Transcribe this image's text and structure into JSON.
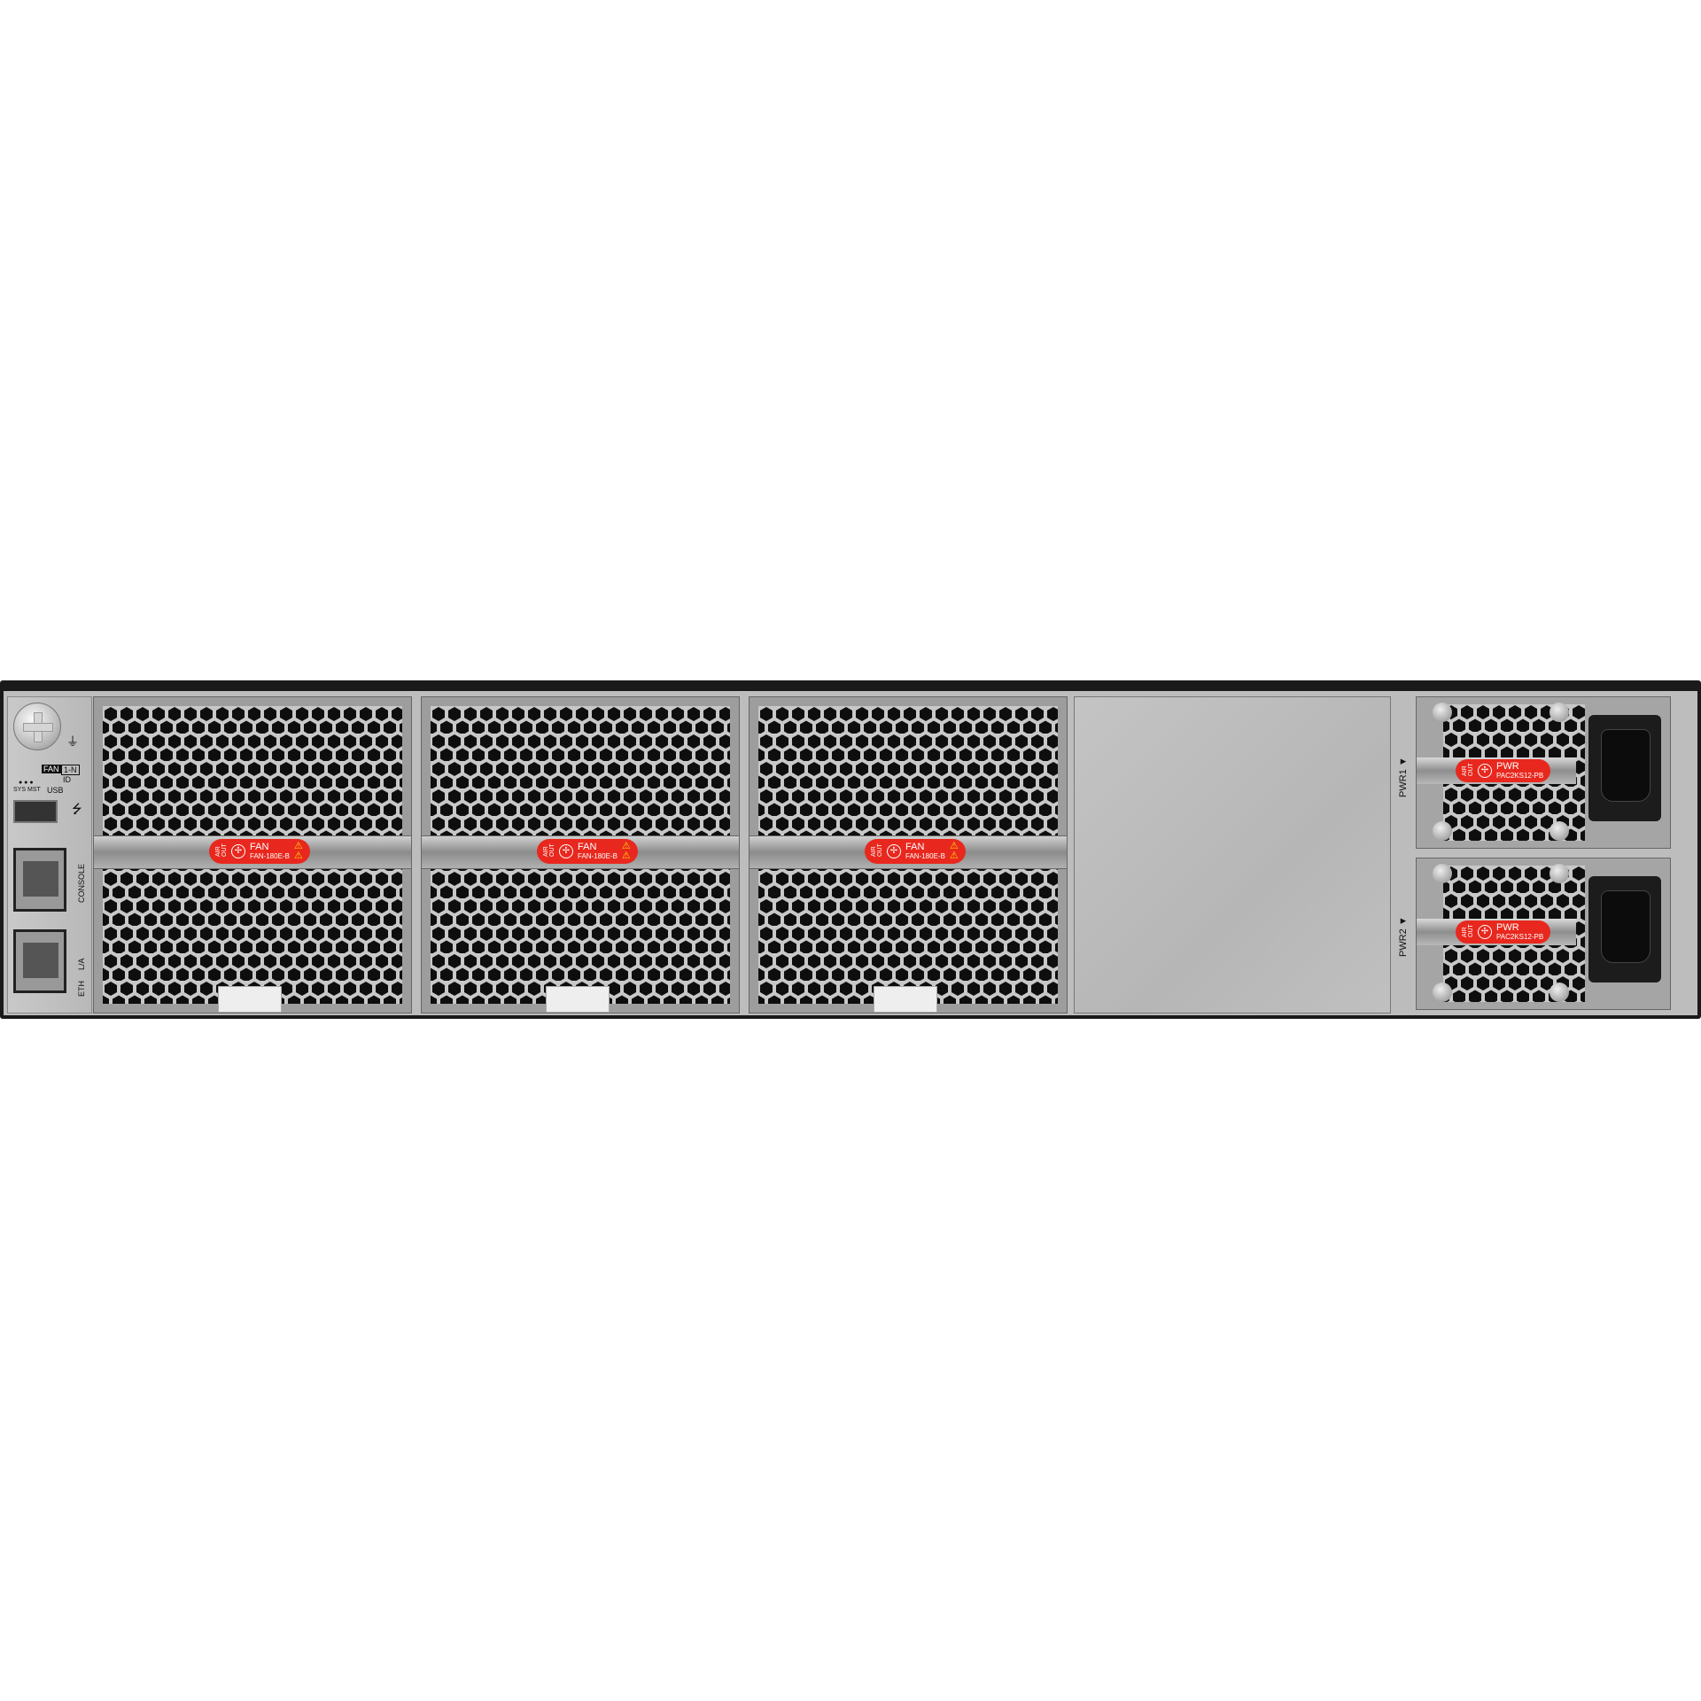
{
  "mgmt": {
    "fan_badge": [
      "FAN",
      "1-N"
    ],
    "led_labels": {
      "sys": "SYS",
      "mst": "MST",
      "usb": "USB",
      "id": "ID"
    },
    "console_label": "CONSOLE",
    "eth_label": "ETH",
    "la_label": "L/A",
    "icons": [
      "ground-icon",
      "usb-icon"
    ]
  },
  "fans": [
    {
      "air": "AIR OUT",
      "type": "FAN",
      "model": "FAN-180E-B"
    },
    {
      "air": "AIR OUT",
      "type": "FAN",
      "model": "FAN-180E-B"
    },
    {
      "air": "AIR OUT",
      "type": "FAN",
      "model": "FAN-180E-B"
    }
  ],
  "psus": [
    {
      "slot": "PWR1 ▼",
      "air": "AIR OUT",
      "type": "PWR",
      "model": "PAC2KS12-PB"
    },
    {
      "slot": "PWR2 ▼",
      "air": "AIR OUT",
      "type": "PWR",
      "model": "PAC2KS12-PB"
    }
  ],
  "colors": {
    "label": "#e8281e",
    "chassis": "#1a1a1a",
    "metal": "#bdbdbd"
  }
}
